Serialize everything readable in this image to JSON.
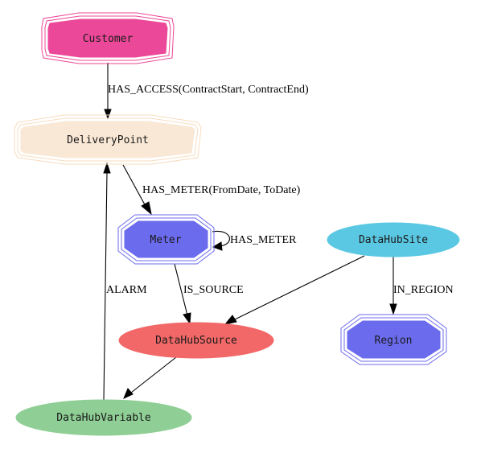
{
  "diagram": {
    "type": "graph",
    "nodes": [
      {
        "id": "customer",
        "label": "Customer",
        "shape": "tripleoctagon",
        "fill": "#ec4899",
        "stroke": "#ec4899"
      },
      {
        "id": "deliverypoint",
        "label": "DeliveryPoint",
        "shape": "tripleoctagon",
        "fill": "#fae8d6",
        "stroke": "#f5dcc2"
      },
      {
        "id": "meter",
        "label": "Meter",
        "shape": "tripleoctagon",
        "fill": "#6b6bee",
        "stroke": "#6b6bee"
      },
      {
        "id": "datahubsite",
        "label": "DataHubSite",
        "shape": "ellipse",
        "fill": "#5bc8e3",
        "stroke": "#5bc8e3"
      },
      {
        "id": "region",
        "label": "Region",
        "shape": "tripleoctagon",
        "fill": "#6b6bee",
        "stroke": "#6b6bee"
      },
      {
        "id": "datahubsource",
        "label": "DataHubSource",
        "shape": "ellipse",
        "fill": "#f26868",
        "stroke": "#f26868"
      },
      {
        "id": "datahubvariable",
        "label": "DataHubVariable",
        "shape": "ellipse",
        "fill": "#8fcf95",
        "stroke": "#8fcf95"
      }
    ],
    "edges": [
      {
        "id": "e1",
        "from": "customer",
        "to": "deliverypoint",
        "label": "HAS_ACCESS(ContractStart, ContractEnd)"
      },
      {
        "id": "e2",
        "from": "deliverypoint",
        "to": "meter",
        "label": "HAS_METER(FromDate, ToDate)"
      },
      {
        "id": "e3",
        "from": "meter",
        "to": "meter",
        "label": "HAS_METER"
      },
      {
        "id": "e4",
        "from": "meter",
        "to": "datahubsource",
        "label": "IS_SOURCE"
      },
      {
        "id": "e5",
        "from": "datahubsite",
        "to": "datahubsource",
        "label": ""
      },
      {
        "id": "e6",
        "from": "datahubsite",
        "to": "region",
        "label": "IN_REGION"
      },
      {
        "id": "e7",
        "from": "datahubsource",
        "to": "datahubvariable",
        "label": ""
      },
      {
        "id": "e8",
        "from": "datahubvariable",
        "to": "deliverypoint",
        "label": "ALARM"
      }
    ]
  }
}
